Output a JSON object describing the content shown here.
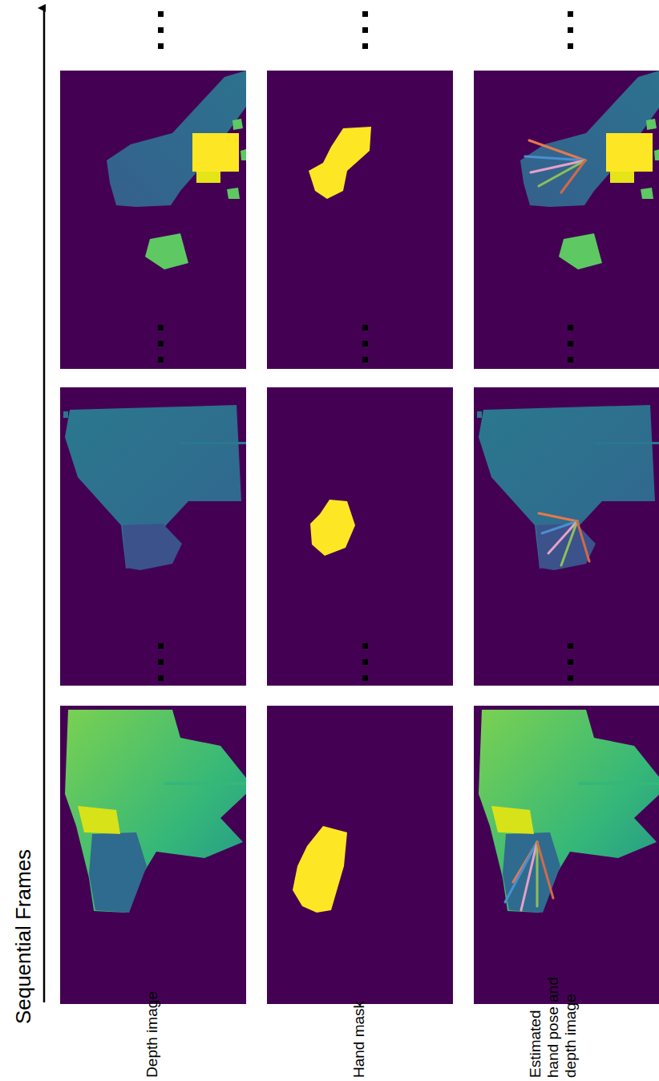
{
  "diagram": {
    "labels": [
      "Sequential Frames",
      "Depth image",
      "Hand mask",
      "Estimated hand pose and depth image"
    ]
  }
}
